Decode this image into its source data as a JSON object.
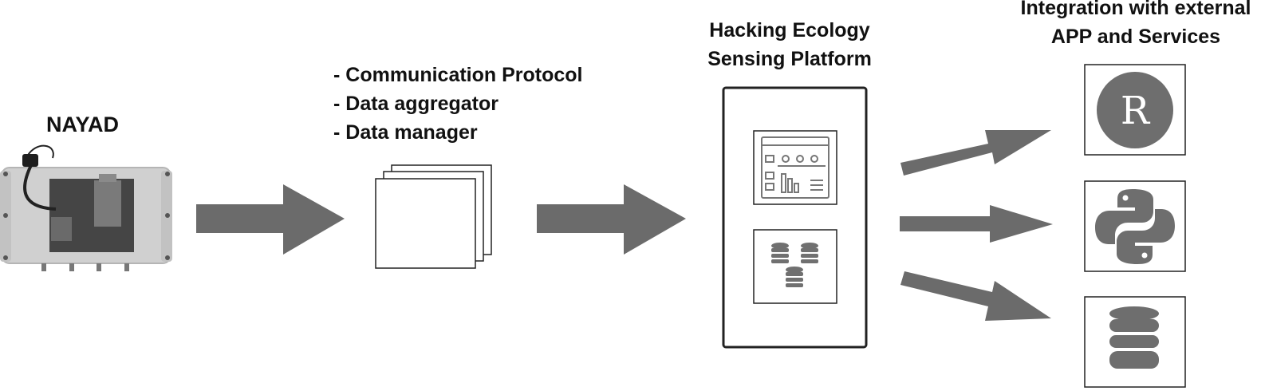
{
  "device": {
    "title": "NAYAD"
  },
  "middleware": {
    "items": [
      "- Communication Protocol",
      "- Data aggregator",
      "- Data manager"
    ]
  },
  "platform": {
    "title_line1": "Hacking Ecology",
    "title_line2": "Sensing Platform",
    "panels": [
      "dashboard-icon",
      "databases-icon"
    ]
  },
  "integration": {
    "title_line1": "Integration with external",
    "title_line2": "APP and Services",
    "services": [
      {
        "icon": "r-logo-icon",
        "letter": "R"
      },
      {
        "icon": "python-logo-icon"
      },
      {
        "icon": "database-icon"
      }
    ]
  },
  "colors": {
    "arrow": "#6b6b6b",
    "icon": "#6e6e6e",
    "device_body": "#cfcfcf",
    "board": "#4a4a4a"
  }
}
